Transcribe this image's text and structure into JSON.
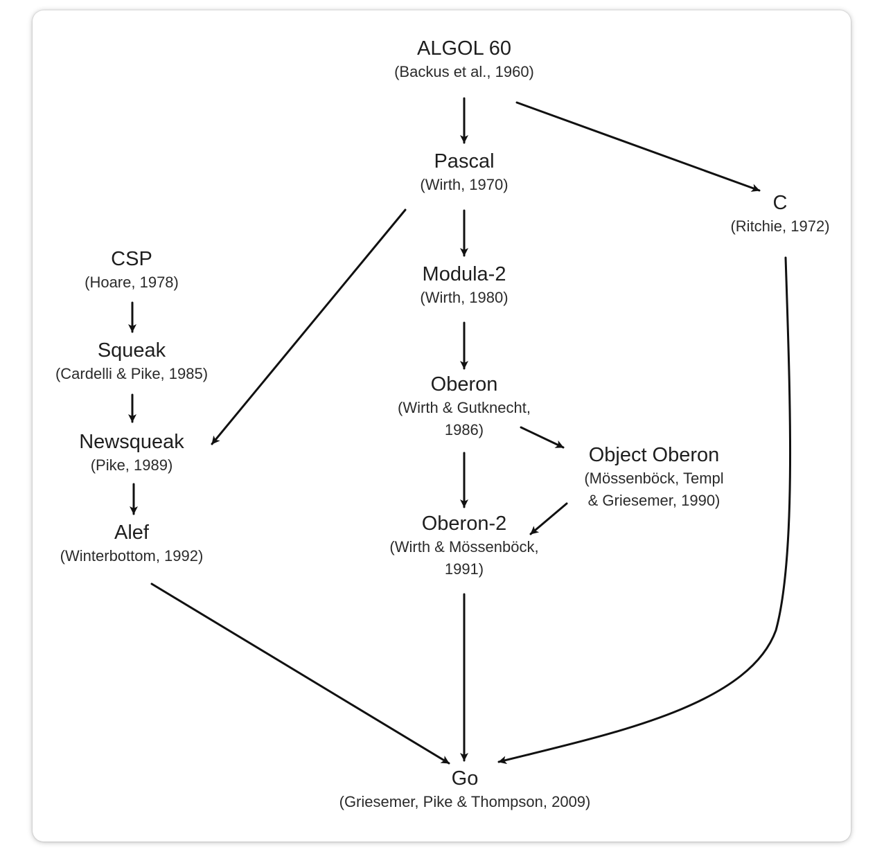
{
  "nodes": {
    "algol60": {
      "name": "ALGOL 60",
      "cite": "(Backus et al., 1960)"
    },
    "pascal": {
      "name": "Pascal",
      "cite": "(Wirth, 1970)"
    },
    "c": {
      "name": "C",
      "cite": "(Ritchie, 1972)"
    },
    "csp": {
      "name": "CSP",
      "cite": "(Hoare, 1978)"
    },
    "modula2": {
      "name": "Modula-2",
      "cite": "(Wirth, 1980)"
    },
    "squeak": {
      "name": "Squeak",
      "cite": "(Cardelli & Pike, 1985)"
    },
    "oberon": {
      "name": "Oberon",
      "cite_line1": "(Wirth & Gutknecht,",
      "cite_line2": "1986)"
    },
    "newsqueak": {
      "name": "Newsqueak",
      "cite": "(Pike, 1989)"
    },
    "objectoberon": {
      "name": "Object Oberon",
      "cite_line1": "(Mössenböck, Templ",
      "cite_line2": "& Griesemer, 1990)"
    },
    "oberon2": {
      "name": "Oberon-2",
      "cite_line1": "(Wirth & Mössenböck,",
      "cite_line2": "1991)"
    },
    "alef": {
      "name": "Alef",
      "cite": "(Winterbottom, 1992)"
    },
    "go": {
      "name": "Go",
      "cite": "(Griesemer, Pike & Thompson, 2009)"
    }
  },
  "edges": [
    {
      "from": "ALGOL 60",
      "to": "Pascal"
    },
    {
      "from": "ALGOL 60",
      "to": "C"
    },
    {
      "from": "Pascal",
      "to": "Modula-2"
    },
    {
      "from": "Pascal",
      "to": "Newsqueak"
    },
    {
      "from": "CSP",
      "to": "Squeak"
    },
    {
      "from": "Squeak",
      "to": "Newsqueak"
    },
    {
      "from": "Newsqueak",
      "to": "Alef"
    },
    {
      "from": "Modula-2",
      "to": "Oberon"
    },
    {
      "from": "Oberon",
      "to": "Object Oberon"
    },
    {
      "from": "Oberon",
      "to": "Oberon-2"
    },
    {
      "from": "Object Oberon",
      "to": "Oberon-2"
    },
    {
      "from": "Alef",
      "to": "Go"
    },
    {
      "from": "Oberon-2",
      "to": "Go"
    },
    {
      "from": "C",
      "to": "Go"
    }
  ]
}
